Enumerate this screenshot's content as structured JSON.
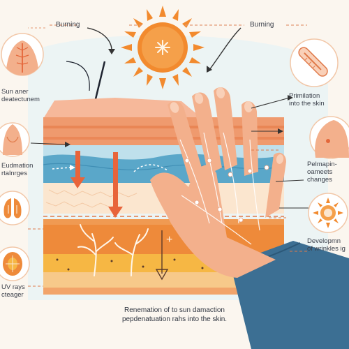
{
  "labels": {
    "top_left": "Burning",
    "top_right": "Burning",
    "left_1": [
      "Sun aner",
      "deatectunem"
    ],
    "left_2": [
      "Eudmation",
      "rtalnrges"
    ],
    "left_3": [
      "UV rays",
      "cteager"
    ],
    "right_1": [
      "Primilation",
      "into the skin"
    ],
    "right_2": [
      "Pelmapin-",
      "oameets",
      "changes"
    ],
    "right_3": [
      "Developmn",
      "of wrinkles ig"
    ]
  },
  "caption": [
    "Renemation of to sun damaction",
    "pepdenatuation rahs into the skin."
  ],
  "colors": {
    "background": "#fbf6ef",
    "sun": "#f28a2e",
    "skin": "#f3b08c",
    "sleeve": "#3c6f93",
    "dermis_orange": "#ee8a3a",
    "water_blue": "#5aa7c9",
    "icon_bg": "#ffffff",
    "icon_ring": "#f2c7a8"
  },
  "icons": [
    "back-icon",
    "torso-icon",
    "lungs-icon",
    "cell-icon",
    "thermometer-icon",
    "shoulder-icon",
    "sun-icon"
  ]
}
